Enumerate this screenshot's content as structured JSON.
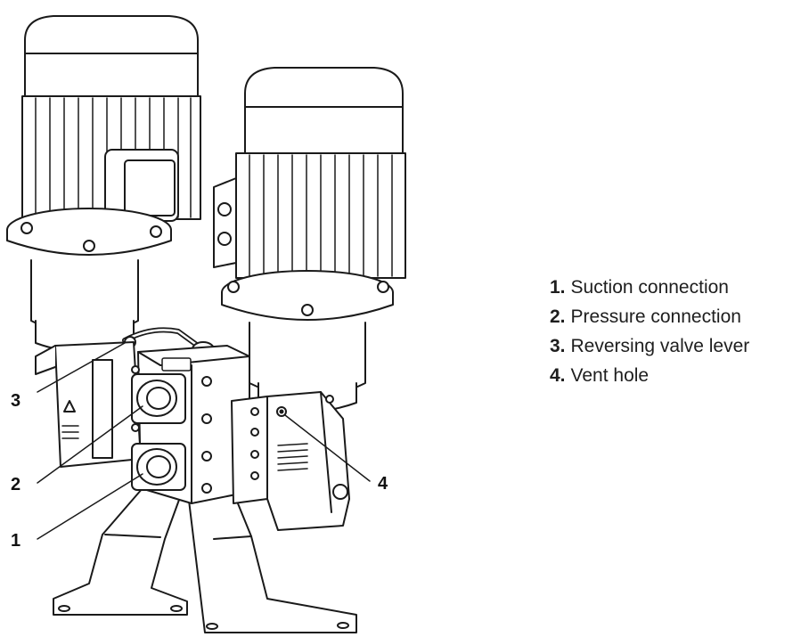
{
  "callouts": [
    "1",
    "2",
    "3",
    "4"
  ],
  "legend": [
    {
      "number": "1.",
      "label": "Suction connection"
    },
    {
      "number": "2.",
      "label": "Pressure connection"
    },
    {
      "number": "3.",
      "label": "Reversing valve lever"
    },
    {
      "number": "4.",
      "label": "Vent hole"
    }
  ]
}
